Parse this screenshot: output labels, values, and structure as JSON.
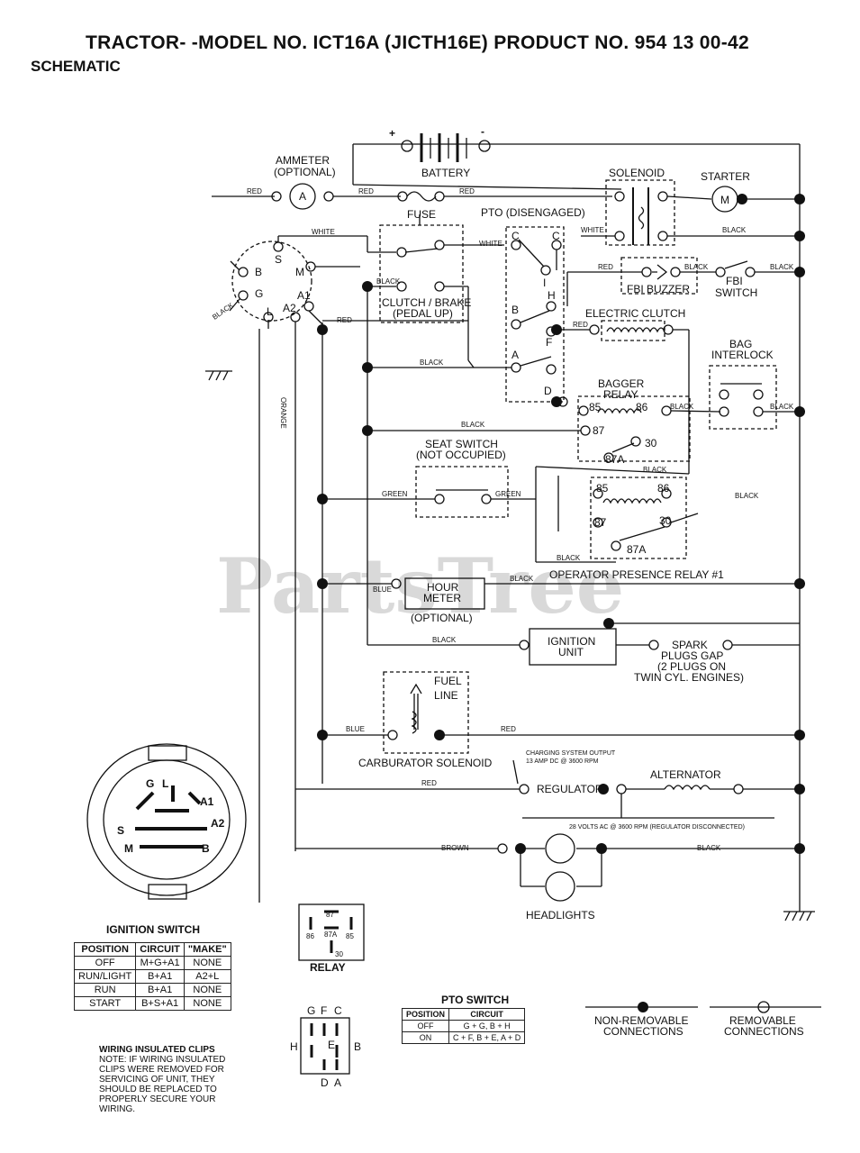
{
  "header": {
    "title": "TRACTOR- -MODEL NO. ICT16A (JICTH16E) PRODUCT NO. 954 13 00-42",
    "subtitle": "SCHEMATIC"
  },
  "watermark": "PartsTree",
  "components": {
    "battery": "BATTERY",
    "battery_plus": "+",
    "battery_minus": "-",
    "ammeter": "AMMETER",
    "ammeter_opt": "(OPTIONAL)",
    "ammeter_symbol": "A",
    "fuse": "FUSE",
    "solenoid": "SOLENOID",
    "starter": "STARTER",
    "starter_symbol": "M",
    "pto": "PTO (DISENGAGED)",
    "clutch_brake": "CLUTCH / BRAKE",
    "clutch_brake_sub": "(PEDAL UP)",
    "fbi_buzzer": "FBI BUZZER",
    "fbi_switch_1": "FBI",
    "fbi_switch_2": "SWITCH",
    "electric_clutch": "ELECTRIC CLUTCH",
    "bag_interlock_1": "BAG",
    "bag_interlock_2": "INTERLOCK",
    "bagger_relay_1": "BAGGER",
    "bagger_relay_2": "RELAY",
    "seat_switch_1": "SEAT SWITCH",
    "seat_switch_2": "(NOT OCCUPIED)",
    "operator_relay": "OPERATOR PRESENCE RELAY #1",
    "hour_meter_1": "HOUR",
    "hour_meter_2": "METER",
    "hour_meter_opt": "(OPTIONAL)",
    "ignition_unit_1": "IGNITION",
    "ignition_unit_2": "UNIT",
    "spark_1": "SPARK",
    "spark_2": "PLUGS GAP",
    "spark_3": "(2 PLUGS ON",
    "spark_4": "TWIN CYL. ENGINES)",
    "fuel_line_1": "FUEL",
    "fuel_line_2": "LINE",
    "carb_solenoid": "CARBURATOR SOLENOID",
    "charging_1": "CHARGING SYSTEM OUTPUT",
    "charging_2": "13 AMP DC @ 3600 RPM",
    "regulator": "REGULATOR",
    "alternator": "ALTERNATOR",
    "ac_note": "28 VOLTS AC @ 3600 RPM (REGULATOR DISCONNECTED)",
    "headlights": "HEADLIGHTS",
    "relay": "RELAY",
    "ignition_switch": "IGNITION SWITCH",
    "pto_switch": "PTO SWITCH",
    "non_removable_1": "NON-REMOVABLE",
    "non_removable_2": "CONNECTIONS",
    "removable_1": "REMOVABLE",
    "removable_2": "CONNECTIONS"
  },
  "wires": {
    "red": "RED",
    "white": "WHITE",
    "black": "BLACK",
    "green": "GREEN",
    "blue": "BLUE",
    "orange": "ORANGE",
    "brown": "BROWN"
  },
  "terminals": {
    "ign_b": "B",
    "ign_s": "S",
    "ign_m": "M",
    "ign_g": "G",
    "ign_l": "L",
    "ign_a2": "A2",
    "ign_a1": "A1",
    "pto_c": "C",
    "pto_c2": "C",
    "pto_i": "I",
    "pto_h": "H",
    "pto_b": "B",
    "pto_f": "F",
    "pto_a": "A",
    "pto_d": "D",
    "r85": "85",
    "r86": "86",
    "r87": "87",
    "r30": "30",
    "r87a": "87A",
    "relay_87": "87",
    "relay_86": "86",
    "relay_87a": "87A",
    "relay_85": "85",
    "relay_30": "30",
    "plug_g": "G",
    "plug_f": "F",
    "plug_c": "C",
    "plug_h": "H",
    "plug_e": "E",
    "plug_b": "B",
    "plug_d": "D",
    "plug_a": "A",
    "sw_g": "G",
    "sw_l": "L",
    "sw_a1": "A1",
    "sw_a2": "A2",
    "sw_s": "S",
    "sw_m": "M",
    "sw_b": "B"
  },
  "ignition_table": {
    "headers": [
      "POSITION",
      "CIRCUIT",
      "\"MAKE\""
    ],
    "rows": [
      [
        "OFF",
        "M+G+A1",
        "NONE"
      ],
      [
        "RUN/LIGHT",
        "B+A1",
        "A2+L"
      ],
      [
        "RUN",
        "B+A1",
        "NONE"
      ],
      [
        "START",
        "B+S+A1",
        "NONE"
      ]
    ]
  },
  "pto_table": {
    "headers": [
      "POSITION",
      "CIRCUIT"
    ],
    "rows": [
      [
        "OFF",
        "G + G, B + H"
      ],
      [
        "ON",
        "C + F, B + E, A + D"
      ]
    ]
  },
  "note": {
    "title": "WIRING INSULATED CLIPS",
    "text": "NOTE: IF WIRING INSULATED CLIPS WERE REMOVED FOR SERVICING OF UNIT, THEY SHOULD BE REPLACED TO PROPERLY SECURE YOUR WIRING."
  }
}
